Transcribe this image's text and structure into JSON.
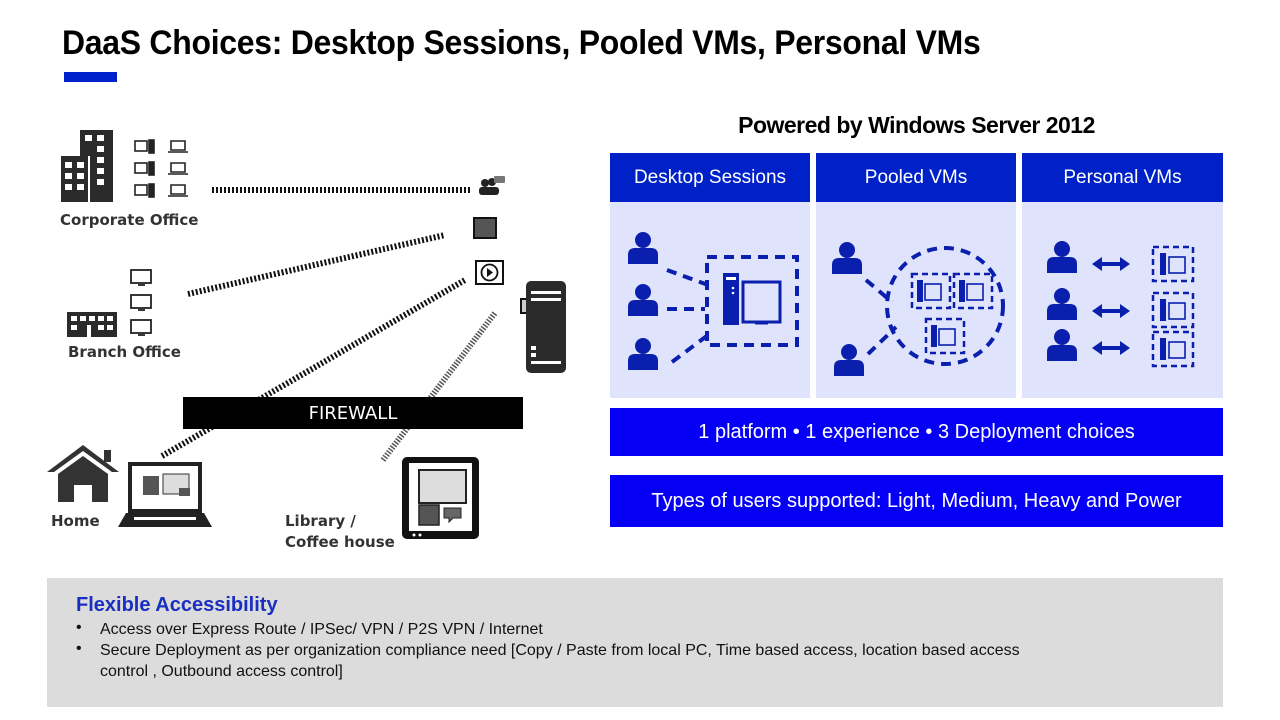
{
  "slide": {
    "title": "DaaS Choices: Desktop Sessions, Pooled VMs, Personal VMs",
    "accent_color": "#0022cc"
  },
  "diagram": {
    "locations": [
      {
        "id": "corporate",
        "label": "Corporate Office",
        "icon": "office-buildings-icon"
      },
      {
        "id": "branch",
        "label": "Branch Office",
        "icon": "branch-building-icon"
      },
      {
        "id": "home",
        "label": "Home",
        "icon": "house-icon"
      },
      {
        "id": "library",
        "label": "Library /",
        "label_line2": "Coffee house",
        "icon": "tablet-icon"
      }
    ],
    "firewall_label": "FIREWALL",
    "server_icons": [
      "users-chat-icon",
      "image-icon",
      "video-play-icon",
      "app-window-icon",
      "server-tower-icon"
    ]
  },
  "powered_by": {
    "title": "Powered by Windows Server 2012",
    "columns": [
      {
        "label": "Desktop Sessions"
      },
      {
        "label": "Pooled VMs"
      },
      {
        "label": "Personal VMs"
      }
    ],
    "header_color": "#0021c8",
    "body_color": "#dfe3fb"
  },
  "banners": [
    {
      "text": "1 platform • 1 experience • 3 Deployment choices"
    },
    {
      "text": "Types of users supported: Light, Medium, Heavy and Power"
    }
  ],
  "accessibility": {
    "heading": "Flexible Accessibility",
    "bullets": [
      "Access over Express Route / IPSec/ VPN / P2S VPN / Internet",
      "Secure Deployment as per organization compliance need [Copy / Paste from local PC, Time based access, location based access control , Outbound access control]"
    ],
    "bullet_glyph": "•"
  }
}
